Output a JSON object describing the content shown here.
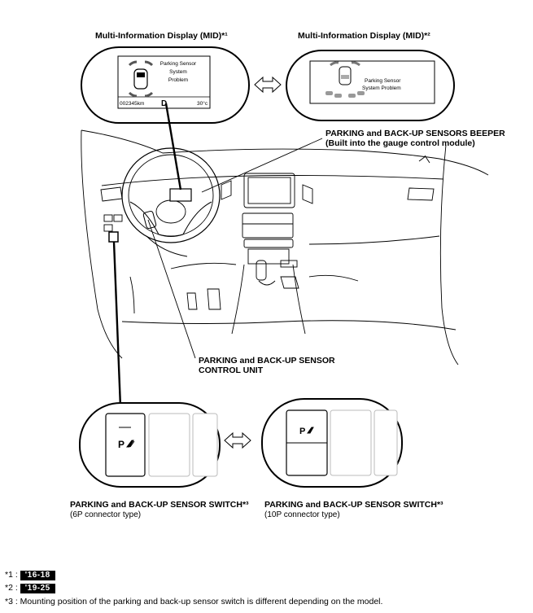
{
  "labels": {
    "mid_left": "Multi-Information Display (MID)*¹",
    "mid_right": "Multi-Information Display (MID)*²",
    "beeper_line1": "PARKING and BACK-UP SENSORS BEEPER",
    "beeper_line2": "(Built into the gauge control module)",
    "control_line1": "PARKING and BACK-UP SENSOR",
    "control_line2": "CONTROL UNIT",
    "switch_left_line1": "PARKING and BACK-UP SENSOR SWITCH*³",
    "switch_left_line2": "(6P connector type)",
    "switch_right_line1": "PARKING and BACK-UP SENSOR SWITCH*³",
    "switch_right_line2": "(10P connector type)"
  },
  "mid_left_screen": {
    "msg_line1": "Parking Sensor",
    "msg_line2": "System",
    "msg_line3": "Problem",
    "odometer": "002345km",
    "gear": "D",
    "temp": "30°c"
  },
  "mid_right_screen": {
    "msg_line1": "Parking Sensor",
    "msg_line2": "System Problem"
  },
  "switch_symbol": "P",
  "notes": [
    {
      "key": "*1 :",
      "badge": "'16-18"
    },
    {
      "key": "*2 :",
      "badge": "'19-25"
    }
  ],
  "note3": "*3 : Mounting position of the parking and back-up sensor switch is different depending on the model."
}
